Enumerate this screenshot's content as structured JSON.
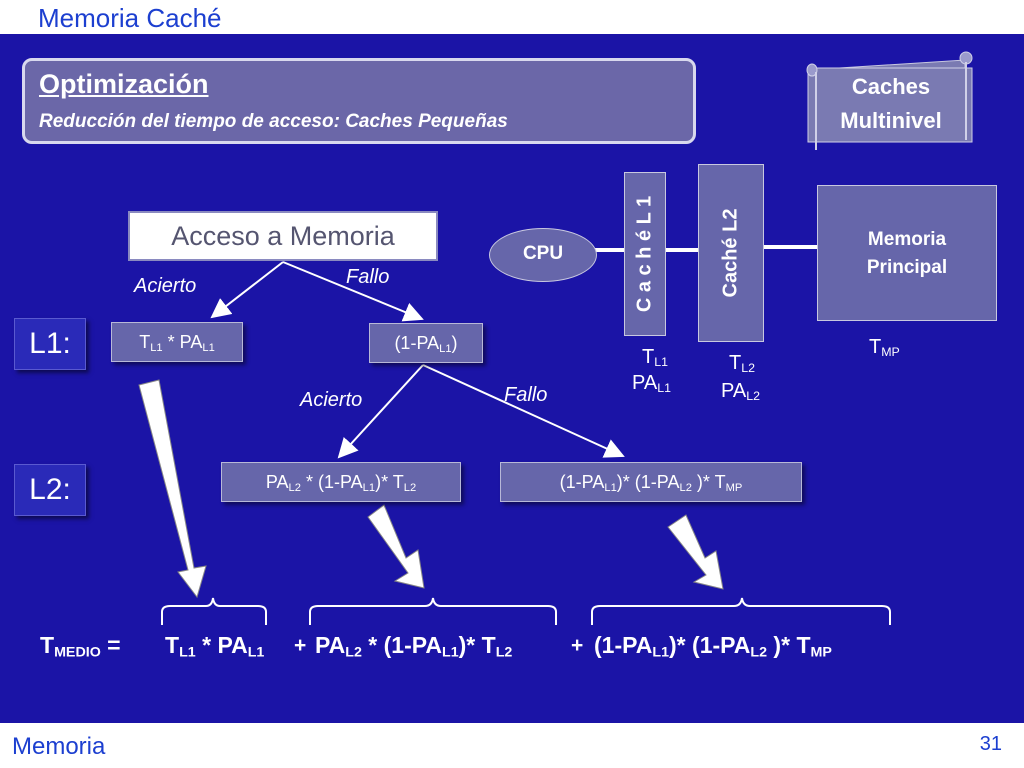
{
  "slide": {
    "title": "Memoria Caché",
    "footer_left": "Memoria",
    "page_number": "31"
  },
  "header_box": {
    "title": "Optimización",
    "subtitle": "Reducción del tiempo de acceso: Caches Pequeñas"
  },
  "badge": {
    "line1": "Caches",
    "line2": "Multinivel"
  },
  "architecture": {
    "cpu": "CPU",
    "cache_l1": "C a c h é  L 1",
    "cache_l2": "Caché L2",
    "main_memory_line1": "Memoria",
    "main_memory_line2": "Principal"
  },
  "params": {
    "t": "T",
    "pa": "PA",
    "l1": "L1",
    "l2": "L2",
    "mp": "MP"
  },
  "tree": {
    "root": "Acceso a Memoria",
    "hit": "Acierto",
    "miss": "Fallo",
    "level1": "L1:",
    "level2": "L2:"
  },
  "formula": {
    "t": "T",
    "medio": "MEDIO",
    "equals": "=",
    "star": "*",
    "plus": "+",
    "open": "(1-",
    "close": ")",
    "close_star": ")*",
    "space_close_star": " )*"
  },
  "colors": {
    "background": "#1b14a6",
    "box": "#6666aa",
    "title": "#1c3fd0"
  }
}
